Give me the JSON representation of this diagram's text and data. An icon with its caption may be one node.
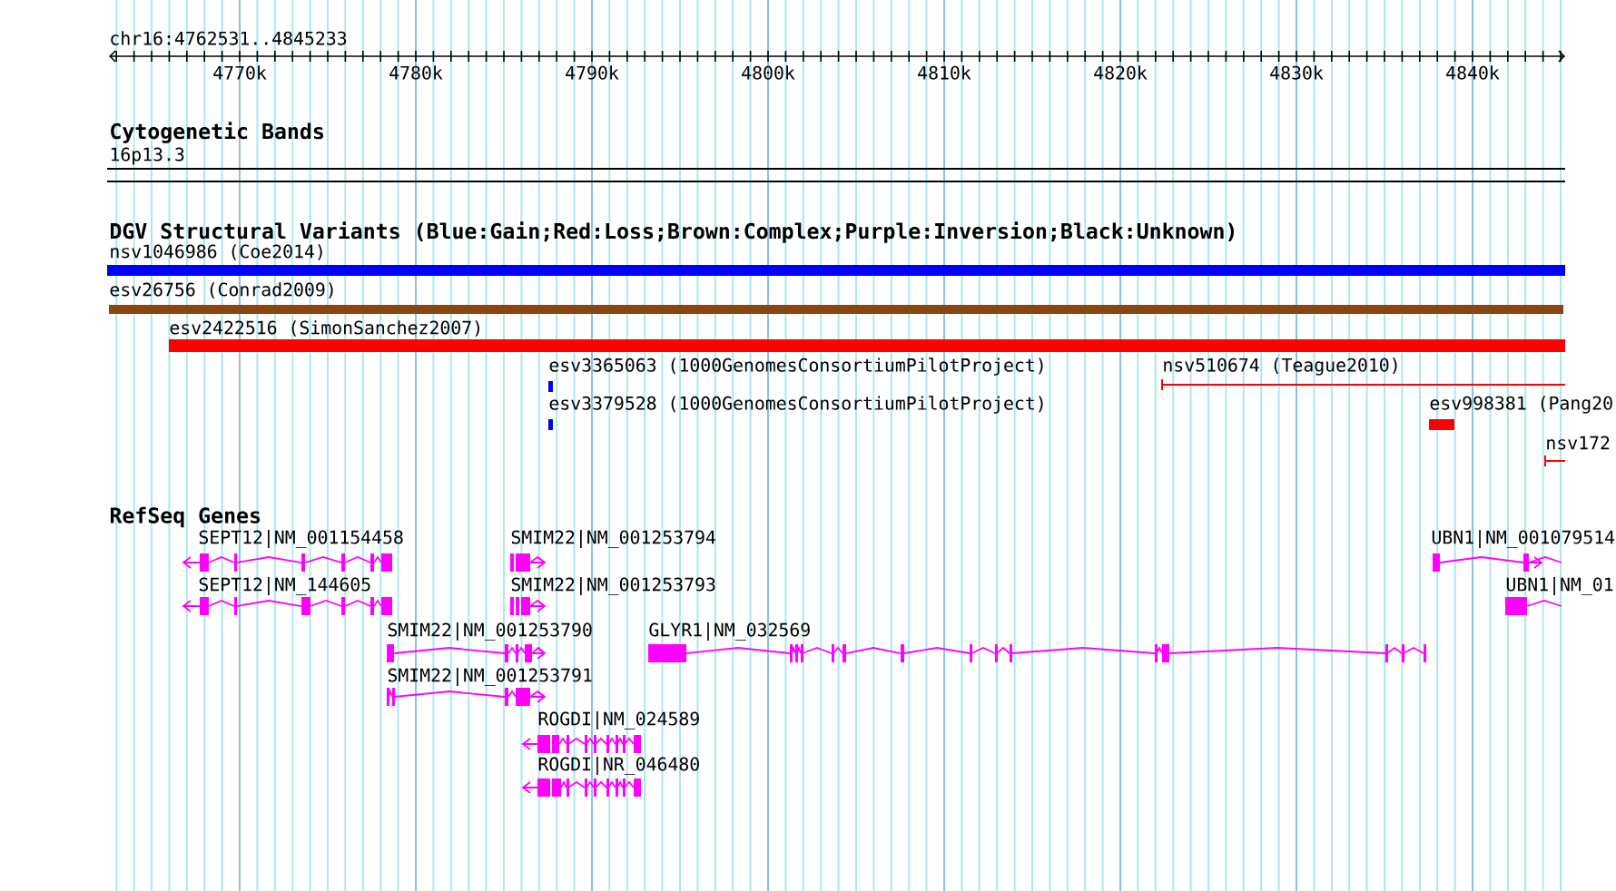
{
  "diagram": {
    "labels": [
      "chr16:4762531..4845233",
      "4770k",
      "4780k",
      "4790k",
      "4800k",
      "4810k",
      "4820k",
      "4830k",
      "4840k",
      "Cytogenetic Bands",
      "16p13.3",
      "DGV Structural Variants (Blue:Gain;Red:Loss;Brown:Complex;Purple:Inversion;Black:Unknown)",
      "nsv1046986 (Coe2014)",
      "esv26756 (Conrad2009)",
      "esv2422516 (SimonSanchez2007)",
      "esv3365063 (1000GenomesConsortiumPilotProject)",
      "nsv510674 (Teague2010)",
      "esv3379528 (1000GenomesConsortiumPilotProject)",
      "esv998381 (Pang20",
      "nsv172",
      "RefSeq Genes",
      "SEPT12|NM_001154458",
      "SMIM22|NM_001253794",
      "UBN1|NM_001079514",
      "SEPT12|NM_144605",
      "SMIM22|NM_001253793",
      "UBN1|NM_01",
      "SMIM22|NM_001253790",
      "GLYR1|NM_032569",
      "SMIM22|NM_001253791",
      "ROGDI|NM_024589",
      "ROGDI|NR_046480"
    ]
  }
}
